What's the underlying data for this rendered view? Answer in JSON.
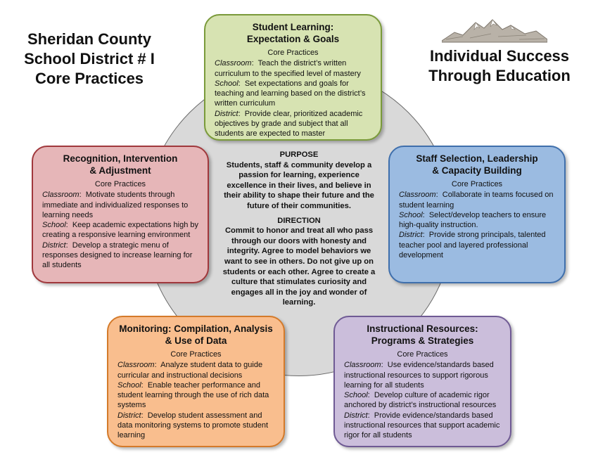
{
  "header": {
    "left_title": [
      "Sheridan County",
      "School District # I",
      "Core Practices"
    ],
    "right_title": [
      "Individual Success",
      "Through Education"
    ]
  },
  "labels": {
    "core_practices": "Core Practices",
    "classroom": "Classroom",
    "school": "School",
    "district": "District"
  },
  "center": {
    "purpose_title": "PURPOSE",
    "purpose_text": "Students, staff & community develop a passion for learning, experience excellence in their lives, and believe in their ability to shape their future and the future of their communities.",
    "direction_title": "DIRECTION",
    "direction_text": "Commit to honor and treat all who pass through our doors with honesty and integrity.  Agree to model behaviors we want to see in others.  Do not give up on students or each other.  Agree to create a culture that stimulates curiosity and engages all in the joy and wonder of learning."
  },
  "boxes": {
    "student_learning": {
      "title": [
        "Student Learning:",
        "Expectation & Goals"
      ],
      "classroom": "Teach the district’s written curriculum to the specified level of mastery",
      "school": "Set expectations and goals for teaching and learning based on the district’s written curriculum",
      "district": "Provide clear, prioritized academic objectives by grade and subject that all students are expected to master"
    },
    "recognition": {
      "title": [
        "Recognition, Intervention",
        "& Adjustment"
      ],
      "classroom": "Motivate students through immediate and individualized responses to learning needs",
      "school": "Keep academic expectations high by creating a responsive learning environment",
      "district": "Develop a strategic menu of responses designed to increase learning for all students"
    },
    "staff": {
      "title": [
        "Staff Selection, Leadership",
        "& Capacity Building"
      ],
      "classroom": "Collaborate in teams focused on student learning",
      "school": "Select/develop teachers to ensure high-quality instruction.",
      "district": "Provide strong principals, talented teacher pool and layered professional development"
    },
    "monitoring": {
      "title": [
        "Monitoring:  Compilation, Analysis",
        "& Use of Data"
      ],
      "classroom": "Analyze student data to guide curricular and instructional decisions",
      "school": "Enable teacher performance and student learning through the use of rich data systems",
      "district": "Develop student assessment and data monitoring systems to promote student learning"
    },
    "resources": {
      "title": [
        "Instructional Resources:",
        "Programs & Strategies"
      ],
      "classroom": "Use evidence/standards based instructional resources to support rigorous learning for all students",
      "school": "Develop culture of academic rigor anchored by district’s instructional resources",
      "district": "Provide evidence/standards based instructional resources that support academic rigor for all students"
    }
  },
  "colors": {
    "green": "#d7e3b2",
    "red": "#e6b6b8",
    "blue": "#9bbbe1",
    "orange": "#f9be8e",
    "purple": "#cbbedb",
    "circle": "#d9d9d9"
  }
}
